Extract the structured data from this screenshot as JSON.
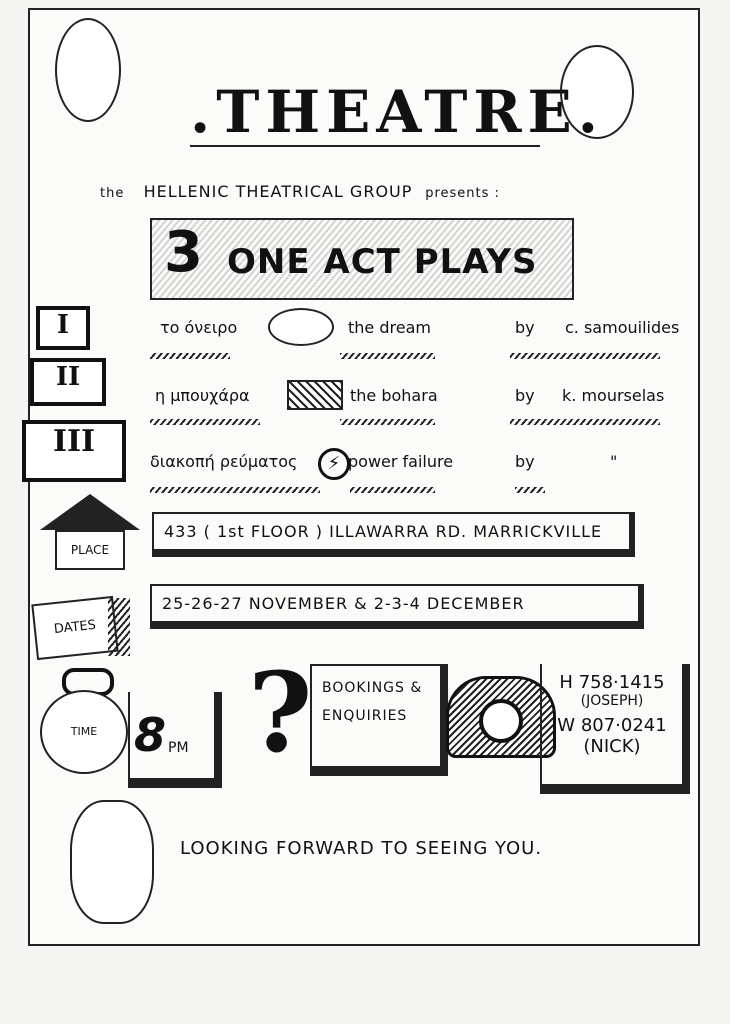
{
  "poster": {
    "title": ".THEATRE.",
    "presents": {
      "prefix": "the",
      "group": "HELLENIC THEATRICAL GROUP",
      "suffix": "presents :"
    },
    "headline": {
      "number": "3",
      "text": "ONE ACT PLAYS"
    },
    "plays": [
      {
        "numeral": "I",
        "greek": "το όνειρο",
        "english": "the dream",
        "by": "by",
        "author": "c. samouilides"
      },
      {
        "numeral": "II",
        "greek": "η μπουχάρα",
        "english": "the bohara",
        "by": "by",
        "author": "k. mourselas"
      },
      {
        "numeral": "III",
        "greek": "διακοπή ρεύματος",
        "english": "power failure",
        "by": "by",
        "author": "\""
      }
    ],
    "place": {
      "label": "PLACE",
      "address": "433 ( 1st FLOOR ) ILLAWARRA RD. MARRICKVILLE"
    },
    "dates": {
      "label": "DATES",
      "value": "25-26-27 NOVEMBER & 2-3-4 DECEMBER"
    },
    "time": {
      "label": "TIME",
      "value": "8",
      "suffix": "PM"
    },
    "bookings": {
      "label": "BOOKINGS & ENQUIRIES",
      "symbol": "?"
    },
    "contacts": [
      {
        "prefix": "H",
        "number": "758·1415",
        "name": "(JOSEPH)"
      },
      {
        "prefix": "W",
        "number": "807·0241",
        "name": "(NICK)"
      }
    ],
    "closing": "LOOKING FORWARD TO SEEING YOU."
  }
}
